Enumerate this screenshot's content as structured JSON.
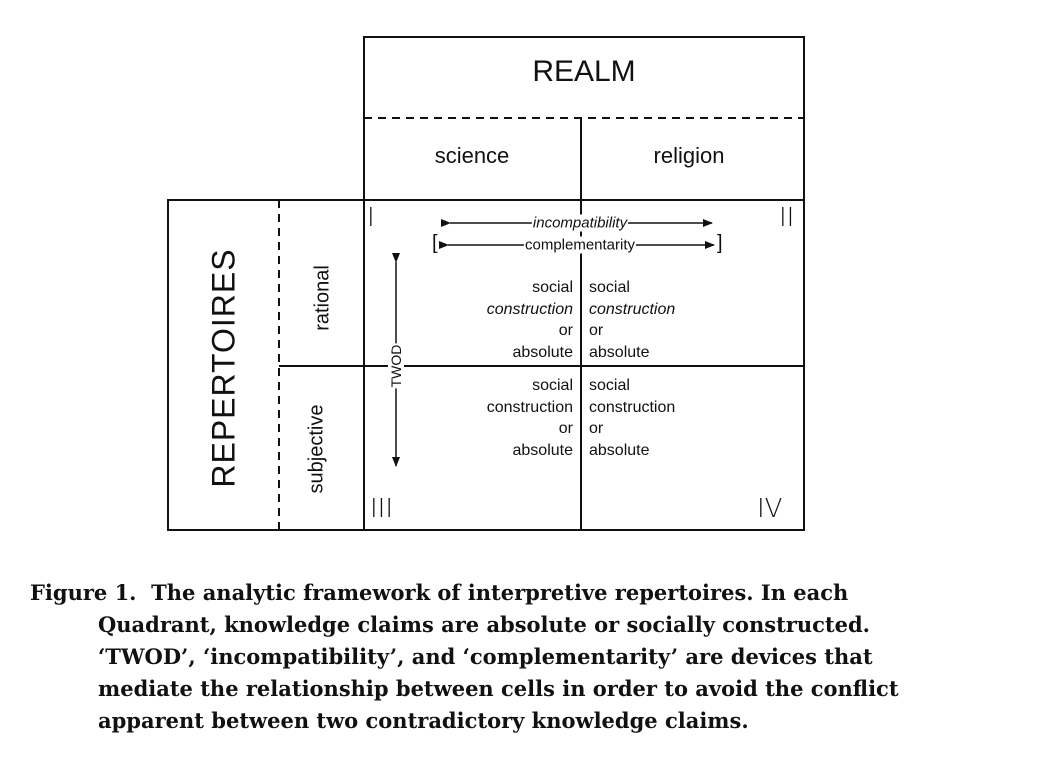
{
  "diagram": {
    "realm_title": "REALM",
    "columns": [
      "science",
      "religion"
    ],
    "repertoires_title": "REPERTOIRES",
    "rows": [
      "rational",
      "subjective"
    ],
    "quadrants": [
      "I",
      "II",
      "III",
      "IV"
    ],
    "devices": {
      "incompatibility": "incompatibility",
      "complementarity": "complementarity",
      "twod": "TWOD",
      "open_bracket": "[",
      "close_bracket": "]"
    },
    "cells": {
      "q1": [
        "social",
        "construction",
        "or",
        "absolute"
      ],
      "q2": [
        "social",
        "construction",
        "or",
        "absolute"
      ],
      "q3": [
        "social",
        "construction",
        "or",
        "absolute"
      ],
      "q4": [
        "social",
        "construction",
        "or",
        "absolute"
      ]
    }
  },
  "caption": {
    "label": "Figure 1.",
    "lines": [
      "The analytic framework of interpretive repertoires. In each",
      "Quadrant, knowledge claims are absolute or socially constructed.",
      "‘TWOD’, ‘incompatibility’, and ‘complementarity’ are devices that",
      "mediate the relationship between cells in order to avoid the conflict",
      "apparent between two contradictory knowledge claims."
    ]
  }
}
